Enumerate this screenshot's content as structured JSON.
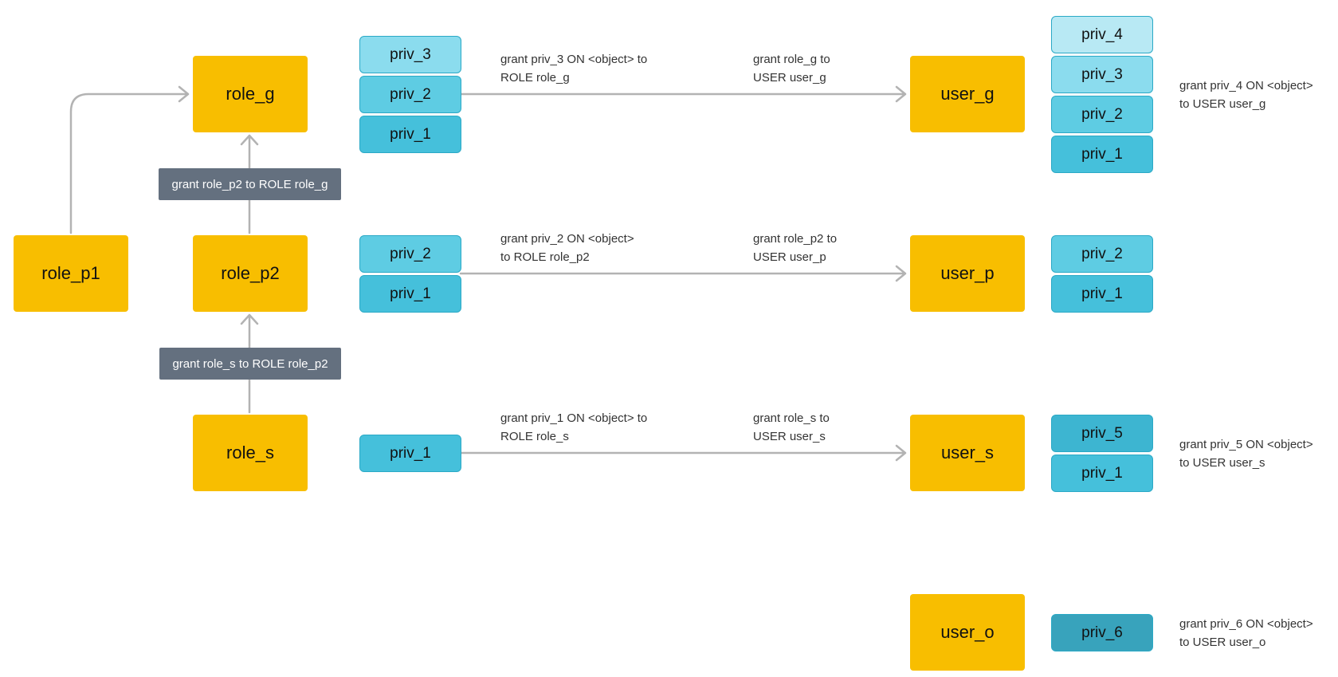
{
  "colors": {
    "role": "#F8BE00",
    "priv_lightest": "#B8E9F4",
    "priv_light": "#8BDCEE",
    "priv_mid": "#5ECCE3",
    "priv_base": "#45C0DB",
    "priv_dark": "#3DB5D1",
    "priv_darkest": "#38A3BC",
    "grant_label": "#64707F",
    "arrow": "#B3B3B3"
  },
  "roles": {
    "role_g": "role_g",
    "role_p1": "role_p1",
    "role_p2": "role_p2",
    "role_s": "role_s"
  },
  "users": {
    "user_g": "user_g",
    "user_p": "user_p",
    "user_s": "user_s",
    "user_o": "user_o"
  },
  "privs": {
    "role_g": [
      "priv_3",
      "priv_2",
      "priv_1"
    ],
    "role_p2": [
      "priv_2",
      "priv_1"
    ],
    "role_s": [
      "priv_1"
    ],
    "user_g": [
      "priv_4",
      "priv_3",
      "priv_2",
      "priv_1"
    ],
    "user_p": [
      "priv_2",
      "priv_1"
    ],
    "user_s": [
      "priv_5",
      "priv_1"
    ],
    "user_o": [
      "priv_6"
    ]
  },
  "role_grants": {
    "p2_to_g": "grant role_p2 to ROLE role_g",
    "s_to_p2": "grant role_s to ROLE role_p2"
  },
  "priv_grants": {
    "g": [
      "grant priv_3 ON <object> to",
      "ROLE role_g"
    ],
    "p2": [
      "grant priv_2 ON <object>",
      "to ROLE role_p2"
    ],
    "s": [
      "grant priv_1 ON <object> to",
      "ROLE role_s"
    ]
  },
  "user_grants": {
    "g": [
      "grant role_g to",
      "USER user_g"
    ],
    "p": [
      "grant role_p2 to",
      "USER user_p"
    ],
    "s": [
      "grant role_s to",
      "USER user_s"
    ]
  },
  "direct_grants": {
    "g": [
      "grant priv_4 ON <object>",
      "to USER user_g"
    ],
    "s": [
      "grant priv_5 ON <object>",
      "to USER user_s"
    ],
    "o": [
      "grant priv_6 ON <object>",
      "to USER user_o"
    ]
  }
}
